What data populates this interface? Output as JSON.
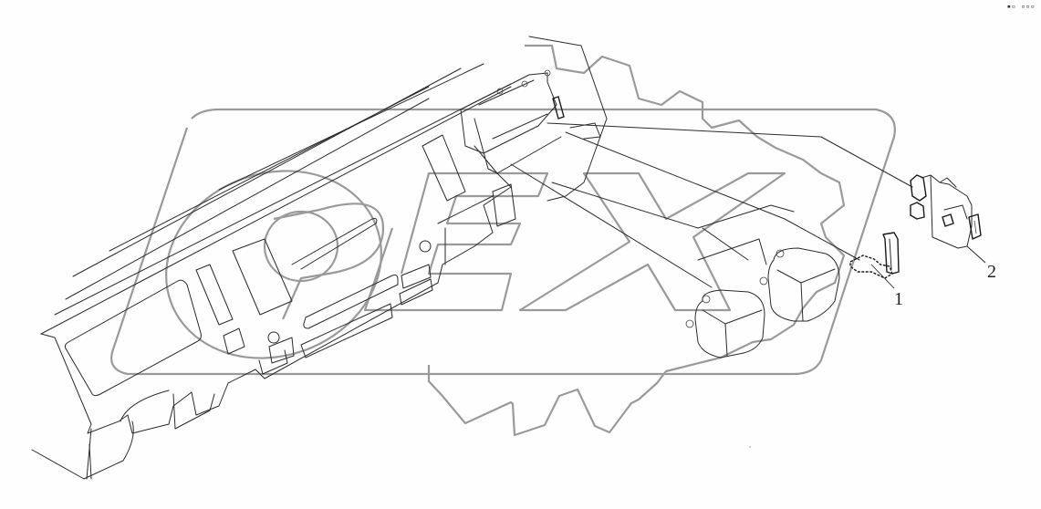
{
  "diagram": {
    "type": "exploded parts illustration",
    "subject": "instrument panel / dashboard with relay and bracket components",
    "watermark": {
      "text": "OPEX",
      "style": "gear outline logo, grey",
      "color": "#9a9a9a"
    },
    "line_color": "#2b2b2b",
    "background_color": "#fdfefd",
    "callouts": [
      {
        "number": "1",
        "part": "bracket"
      },
      {
        "number": "2",
        "part": "relay / switch module"
      }
    ],
    "corner_mark": "▪▫ ▫▫▫"
  }
}
